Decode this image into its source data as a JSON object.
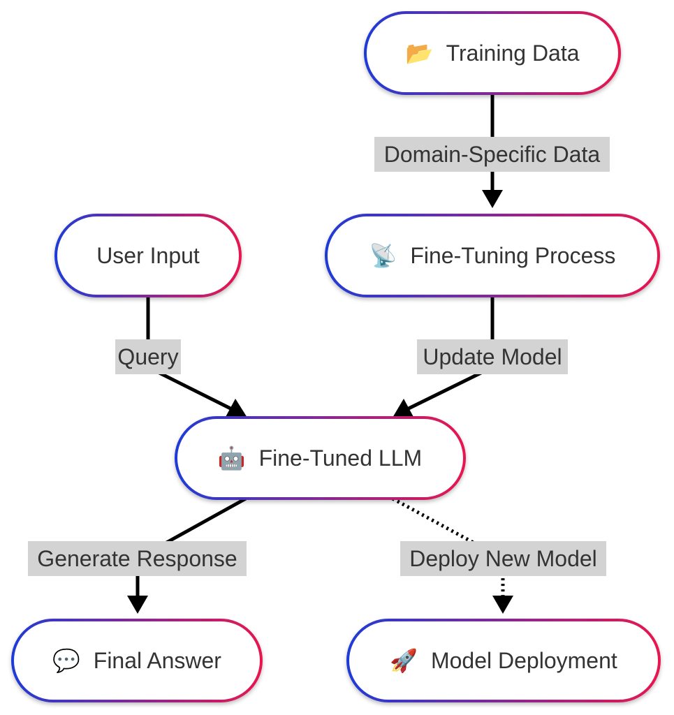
{
  "diagram": {
    "nodes": {
      "training_data": {
        "icon": "📂",
        "label": "Training Data"
      },
      "user_input": {
        "icon": "",
        "label": "User Input"
      },
      "fine_tuning": {
        "icon": "📡",
        "label": "Fine-Tuning Process"
      },
      "llm": {
        "icon": "🤖",
        "label": "Fine-Tuned LLM"
      },
      "final_answer": {
        "icon": "💬",
        "label": "Final Answer"
      },
      "deployment": {
        "icon": "🚀",
        "label": "Model Deployment"
      }
    },
    "edges": {
      "domain_data": {
        "label": "Domain-Specific Data",
        "style": "solid"
      },
      "query": {
        "label": "Query",
        "style": "solid"
      },
      "update_model": {
        "label": "Update Model",
        "style": "solid"
      },
      "generate_response": {
        "label": "Generate Response",
        "style": "solid"
      },
      "deploy_new_model": {
        "label": "Deploy New Model",
        "style": "dotted"
      }
    },
    "colors": {
      "border_start": "#1f3bd6",
      "border_end": "#e8174f",
      "node_fill": "#ffffff",
      "label_bg": "#d3d3d3",
      "text": "#333333",
      "edge": "#000000"
    }
  }
}
